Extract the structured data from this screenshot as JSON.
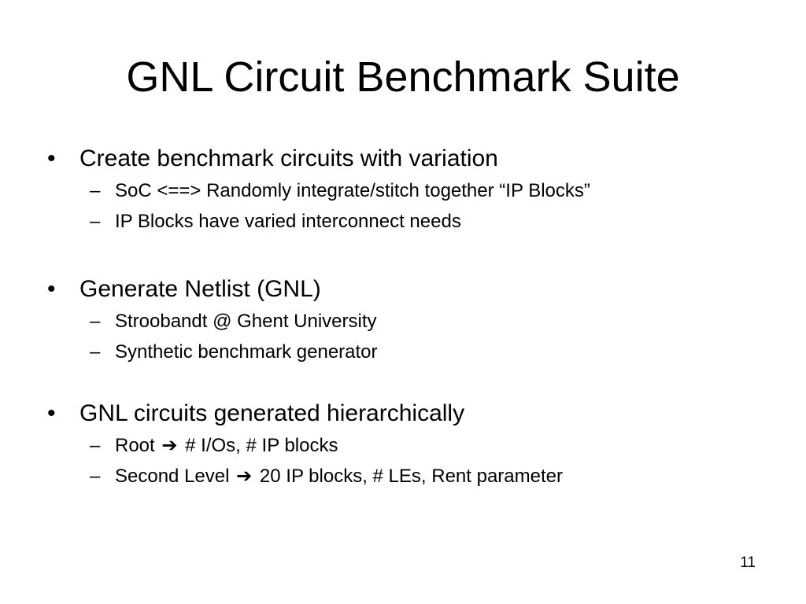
{
  "slide": {
    "title": "GNL Circuit Benchmark Suite",
    "page_number": "11",
    "bullet_mark": "•",
    "sub_mark": "–",
    "arrow_glyph": "➔",
    "bullets": [
      {
        "text": "Create benchmark circuits with variation",
        "subs": [
          {
            "before": "SoC <==> Randomly integrate/stitch together “IP Blocks”",
            "after": ""
          },
          {
            "before": "IP Blocks have varied interconnect needs",
            "after": ""
          }
        ]
      },
      {
        "text": "Generate Netlist (GNL)",
        "subs": [
          {
            "before": "Stroobandt @ Ghent University",
            "after": ""
          },
          {
            "before": "Synthetic benchmark generator",
            "after": ""
          }
        ]
      },
      {
        "text": "GNL circuits generated hierarchically",
        "subs": [
          {
            "before": "Root",
            "after": "# I/Os, # IP blocks"
          },
          {
            "before": "Second Level",
            "after": "20 IP blocks, # LEs, Rent parameter"
          }
        ]
      }
    ]
  }
}
